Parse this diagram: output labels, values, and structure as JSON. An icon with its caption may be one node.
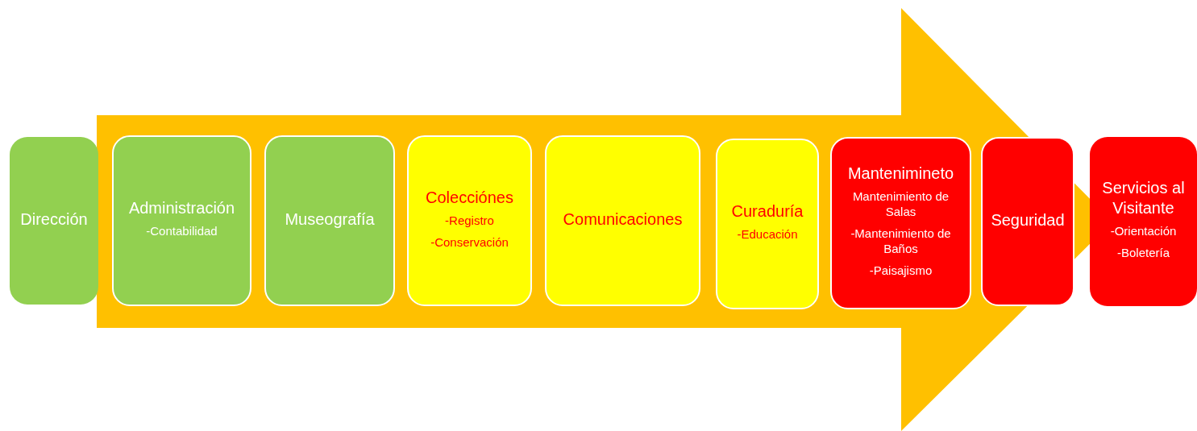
{
  "diagram": {
    "nodes": [
      {
        "text": [
          "Dirección"
        ]
      },
      {
        "text": [
          "Administración",
          "-Contabilidad"
        ]
      },
      {
        "text": [
          "Museografía"
        ]
      },
      {
        "text": [
          "Colecciónes",
          "-Registro",
          "-Conservación"
        ]
      },
      {
        "text": [
          "Comunicaciones"
        ]
      },
      {
        "text": [
          "Curaduría",
          "-Educación"
        ]
      },
      {
        "text": [
          "Mantenimineto",
          "Mantenimiento de Salas",
          "-Mantenimiento de Baños",
          "-Paisajismo"
        ]
      },
      {
        "text": [
          "Seguridad"
        ]
      },
      {
        "text": [
          "Servicios al Visitante",
          "-Orientación",
          "-Boletería"
        ]
      }
    ],
    "edges": [
      {
        "from": 0,
        "to": 8,
        "arrow": "to"
      }
    ]
  }
}
